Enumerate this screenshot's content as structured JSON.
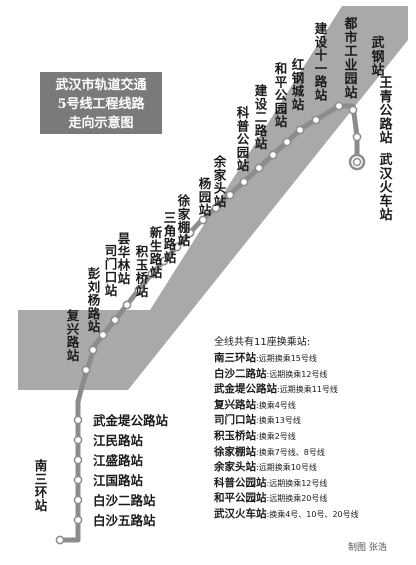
{
  "title": {
    "line1": "武汉市轨道交通",
    "line2": "5号线工程线路",
    "line3": "走向示意图"
  },
  "colors": {
    "band": "#a9a9a9",
    "route": "#8c8c8c",
    "title_bg": "#7a7a7a",
    "station_fill": "#ffffff"
  },
  "stations": [
    {
      "name": "武汉火车站"
    },
    {
      "name": "王青公路站"
    },
    {
      "name": "武钢站"
    },
    {
      "name": "都市工业园站"
    },
    {
      "name": "建设十一路站"
    },
    {
      "name": "红钢城站"
    },
    {
      "name": "和平公园站"
    },
    {
      "name": "建设二路站"
    },
    {
      "name": "科普公园站"
    },
    {
      "name": "余家头站"
    },
    {
      "name": "杨园站"
    },
    {
      "name": "徐家棚站"
    },
    {
      "name": "三角路站"
    },
    {
      "name": "新生路站"
    },
    {
      "name": "积玉桥站"
    },
    {
      "name": "昙华林站"
    },
    {
      "name": "司门口站"
    },
    {
      "name": "彭刘杨路站"
    },
    {
      "name": "复兴路站"
    },
    {
      "name": "武金堤公路站"
    },
    {
      "name": "江民路站"
    },
    {
      "name": "江盛路站"
    },
    {
      "name": "江国路站"
    },
    {
      "name": "白沙二路站"
    },
    {
      "name": "白沙五路站"
    },
    {
      "name": "南三环站"
    }
  ],
  "legend": {
    "title": "全线共有11座换乘站:",
    "items": [
      {
        "name": "南三环站",
        "desc": ":远期换乘15号线"
      },
      {
        "name": "白沙二路站",
        "desc": ":远期换乘12号线"
      },
      {
        "name": "武金堤公路站",
        "desc": ":远期换乘11号线"
      },
      {
        "name": "复兴路站",
        "desc": ":换乘4号线"
      },
      {
        "name": "司门口站",
        "desc": ":换乘13号线"
      },
      {
        "name": "积玉桥站",
        "desc": ":换乘2号线"
      },
      {
        "name": "徐家棚站",
        "desc": ":换乘7号线、8号线"
      },
      {
        "name": "余家头站",
        "desc": ":远期换乘10号线"
      },
      {
        "name": "科普公园站",
        "desc": ":远期换乘12号线"
      },
      {
        "name": "和平公园站",
        "desc": ":远期换乘20号线"
      },
      {
        "name": "武汉火车站",
        "desc": ":换乘4号、10号、20号线"
      }
    ]
  },
  "credit": "制图 张浩"
}
